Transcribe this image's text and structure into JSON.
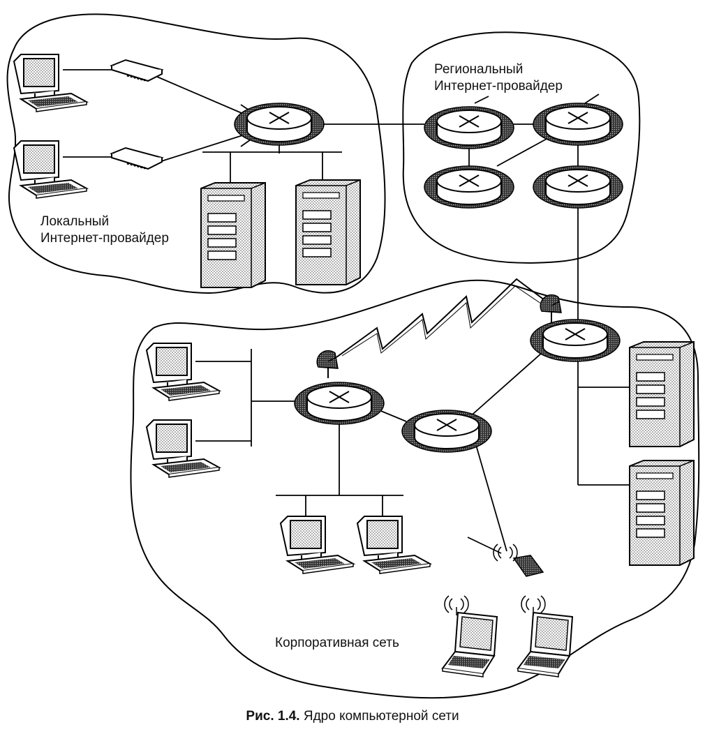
{
  "labels": {
    "local_isp_line1": "Локальный",
    "local_isp_line2": "Интернет-провайдер",
    "regional_isp_line1": "Региональный",
    "regional_isp_line2": "Интернет-провайдер",
    "corporate_network": "Корпоративная сеть"
  },
  "caption": {
    "number": "Рис. 1.4.",
    "text": "Ядро компьютерной сети"
  },
  "icons": {
    "router": "router-icon",
    "server": "server-tower-icon",
    "workstation": "desktop-computer-icon",
    "laptop": "laptop-icon",
    "modem": "modem-icon",
    "dish": "satellite-dish-icon",
    "wireless": "wireless-base-station-icon"
  }
}
